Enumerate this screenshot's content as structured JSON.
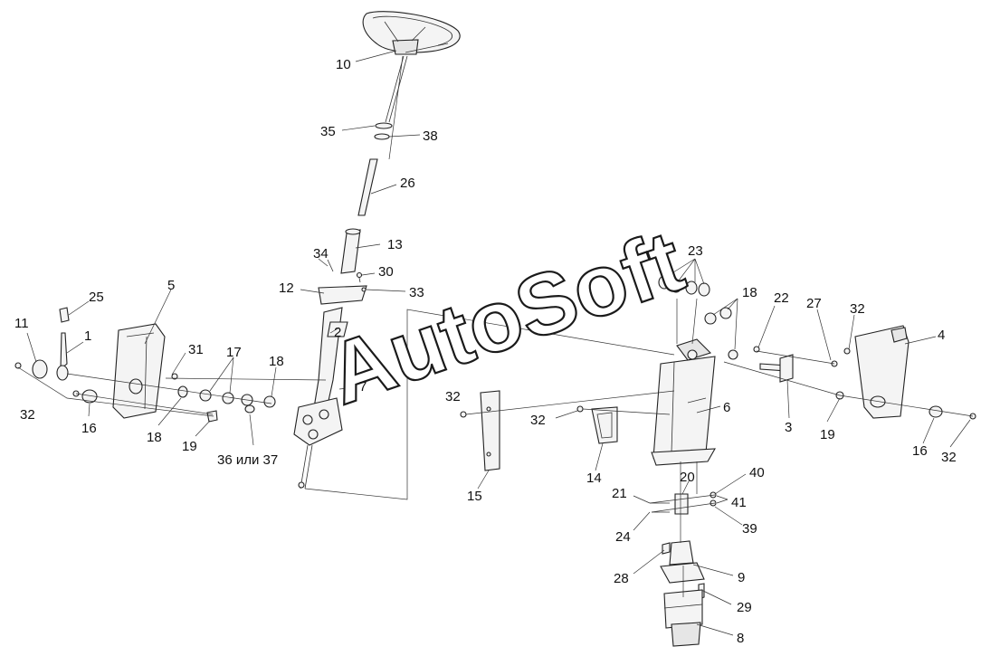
{
  "watermark": "AutoSoft",
  "callouts": [
    {
      "id": "c10",
      "text": "10"
    },
    {
      "id": "c35",
      "text": "35"
    },
    {
      "id": "c38",
      "text": "38"
    },
    {
      "id": "c26",
      "text": "26"
    },
    {
      "id": "c13",
      "text": "13"
    },
    {
      "id": "c34",
      "text": "34"
    },
    {
      "id": "c30",
      "text": "30"
    },
    {
      "id": "c12",
      "text": "12"
    },
    {
      "id": "c33",
      "text": "33"
    },
    {
      "id": "c2",
      "text": "2"
    },
    {
      "id": "c7",
      "text": "7"
    },
    {
      "id": "c25",
      "text": "25"
    },
    {
      "id": "c5",
      "text": "5"
    },
    {
      "id": "c11",
      "text": "11"
    },
    {
      "id": "c1",
      "text": "1"
    },
    {
      "id": "c31",
      "text": "31"
    },
    {
      "id": "c17",
      "text": "17"
    },
    {
      "id": "c18a",
      "text": "18"
    },
    {
      "id": "c32a",
      "text": "32"
    },
    {
      "id": "c16a",
      "text": "16"
    },
    {
      "id": "c18b",
      "text": "18"
    },
    {
      "id": "c19a",
      "text": "19"
    },
    {
      "id": "c3637",
      "text": "36 или 37"
    },
    {
      "id": "c23",
      "text": "23"
    },
    {
      "id": "c18c",
      "text": "18"
    },
    {
      "id": "c22",
      "text": "22"
    },
    {
      "id": "c27",
      "text": "27"
    },
    {
      "id": "c32b",
      "text": "32"
    },
    {
      "id": "c4",
      "text": "4"
    },
    {
      "id": "c6",
      "text": "6"
    },
    {
      "id": "c3",
      "text": "3"
    },
    {
      "id": "c19b",
      "text": "19"
    },
    {
      "id": "c16b",
      "text": "16"
    },
    {
      "id": "c32c",
      "text": "32"
    },
    {
      "id": "c32d",
      "text": "32"
    },
    {
      "id": "c32e",
      "text": "32"
    },
    {
      "id": "c14",
      "text": "14"
    },
    {
      "id": "c15",
      "text": "15"
    },
    {
      "id": "c20",
      "text": "20"
    },
    {
      "id": "c40",
      "text": "40"
    },
    {
      "id": "c21",
      "text": "21"
    },
    {
      "id": "c41",
      "text": "41"
    },
    {
      "id": "c24",
      "text": "24"
    },
    {
      "id": "c39",
      "text": "39"
    },
    {
      "id": "c28",
      "text": "28"
    },
    {
      "id": "c9",
      "text": "9"
    },
    {
      "id": "c29",
      "text": "29"
    },
    {
      "id": "c8",
      "text": "8"
    }
  ]
}
